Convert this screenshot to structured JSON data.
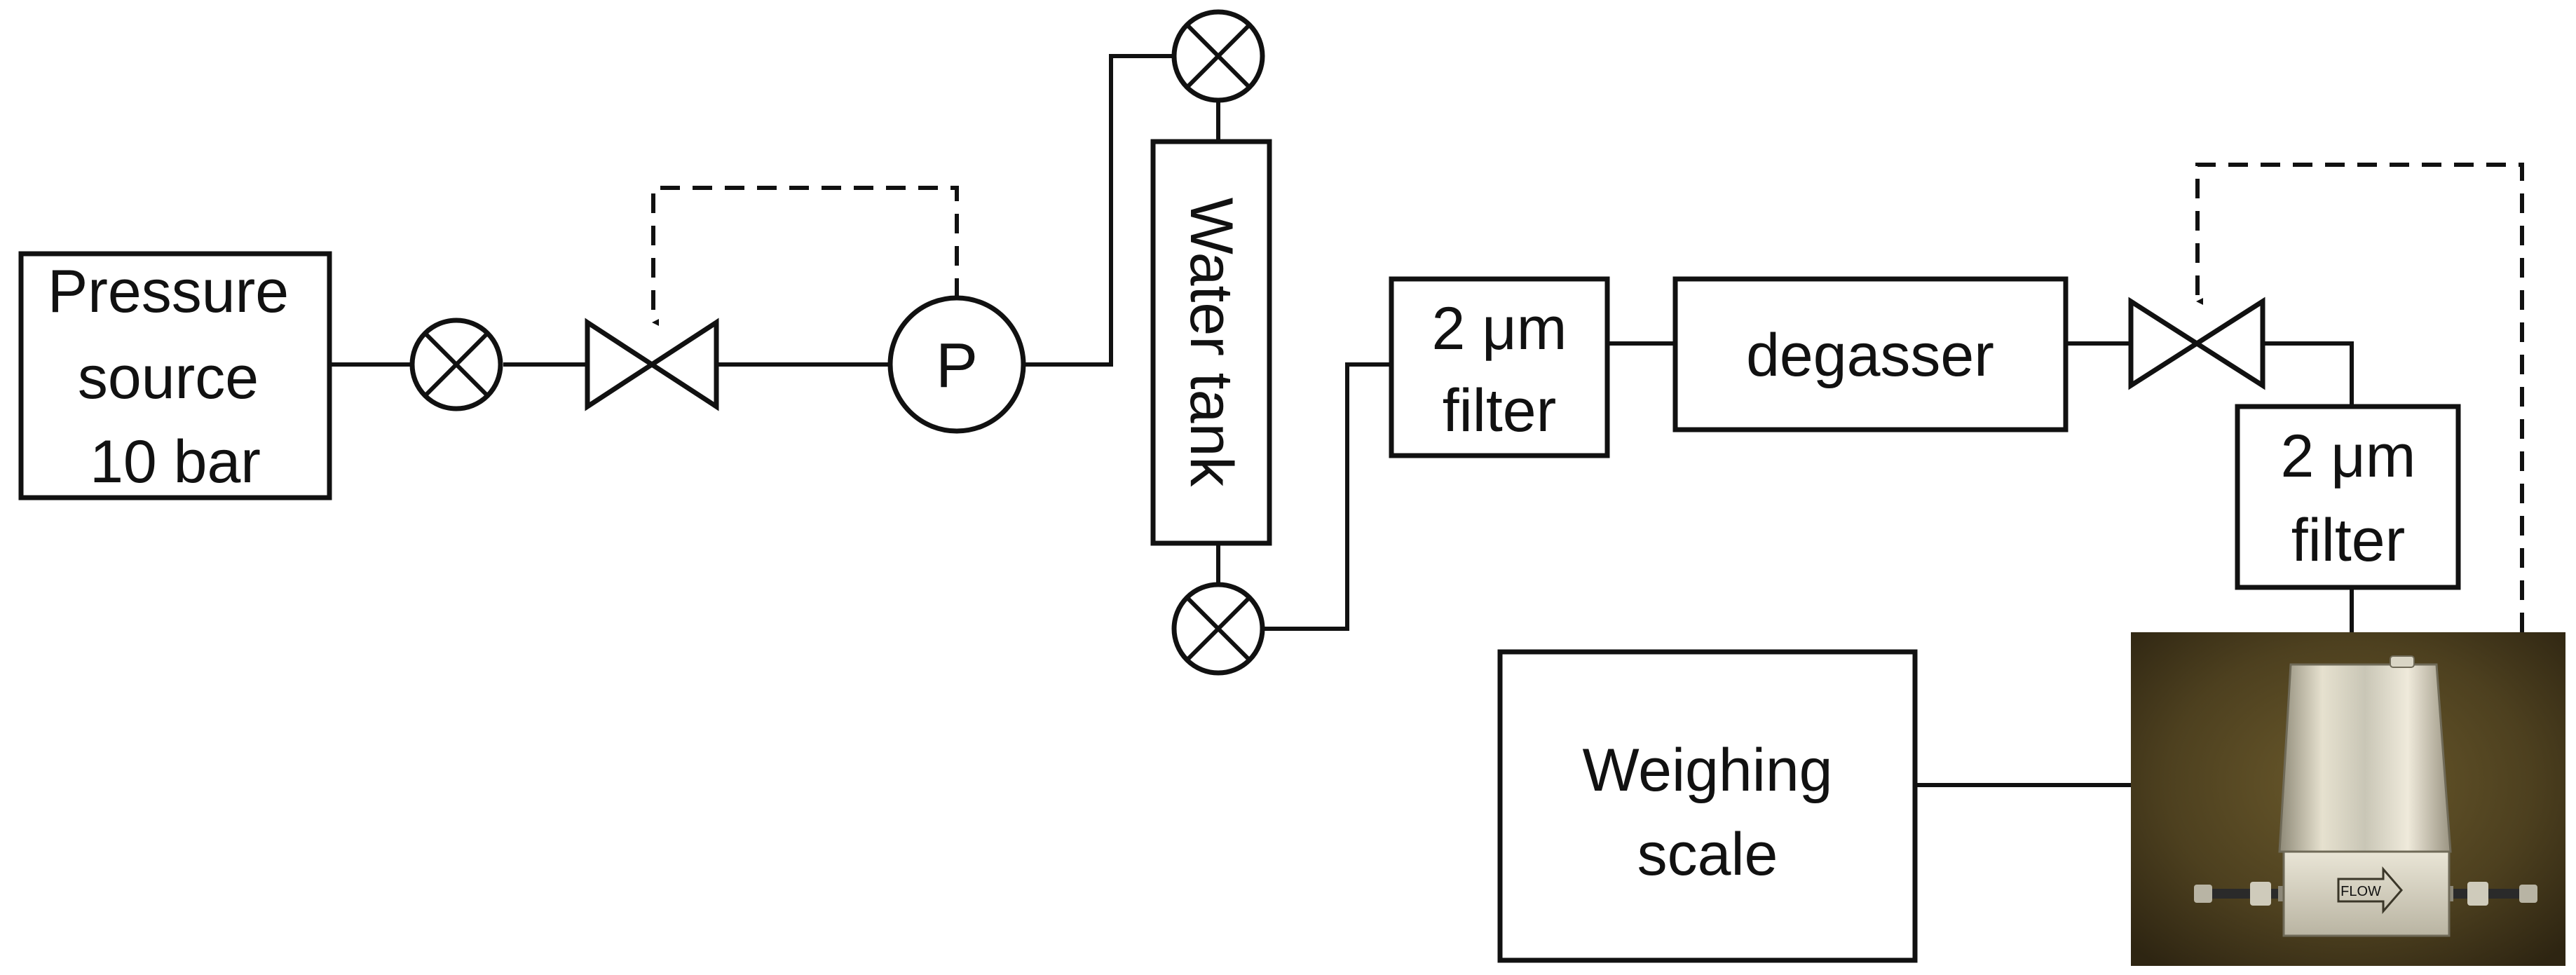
{
  "components": {
    "pressure_source": {
      "line1": "Pressure",
      "line2": "source",
      "line3": "10 bar"
    },
    "pressure_gauge": {
      "label": "P"
    },
    "water_tank": {
      "label": "Water tank"
    },
    "filter1": {
      "line1": "2 μm",
      "line2": "filter"
    },
    "degasser": {
      "label": "degasser"
    },
    "filter2": {
      "line1": "2 μm",
      "line2": "filter"
    },
    "weighing_scale": {
      "line1": "Weighing",
      "line2": "scale"
    },
    "flow_meter": {
      "marking": "FLOW"
    }
  },
  "icons": {
    "shutoff_valve": "circle-x-icon",
    "pressure_regulator": "bowtie-valve-icon",
    "pressure_gauge": "circle-p-icon",
    "feedback_line": "dashed-arrow"
  },
  "colors": {
    "line": "#111111",
    "background": "#ffffff",
    "photo_background": "#4a3d1e"
  }
}
